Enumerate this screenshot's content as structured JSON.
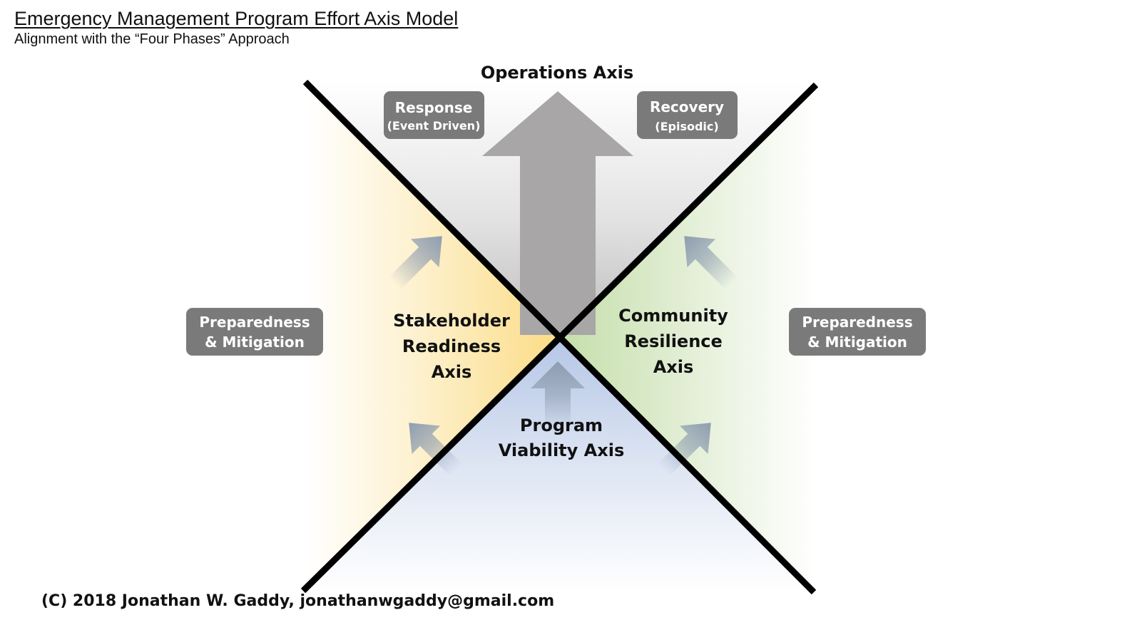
{
  "header": {
    "title": "Emergency Management Program Effort Axis Model",
    "subtitle": "Alignment with the “Four Phases” Approach"
  },
  "axes": {
    "operations": "Operations Axis",
    "stakeholder": [
      "Stakeholder",
      "Readiness",
      "Axis"
    ],
    "community": [
      "Community",
      "Resilience",
      "Axis"
    ],
    "program": [
      "Program",
      "Viability Axis"
    ]
  },
  "phases": {
    "response": {
      "label": "Response",
      "sub": "(Event Driven)"
    },
    "recovery": {
      "label": "Recovery",
      "sub": "(Episodic)"
    },
    "prep_left": [
      "Preparedness",
      "& Mitigation"
    ],
    "prep_right": [
      "Preparedness",
      "& Mitigation"
    ]
  },
  "colors": {
    "operations": "#b0b0b0",
    "stakeholder": "#fbe08e",
    "community": "#c9e2b0",
    "program": "#b7c8e8",
    "box": "#7a7a7a",
    "arrow": "#a8a6a6",
    "small_arrow": "#8e9db0"
  },
  "footer": "(C) 2018 Jonathan W. Gaddy, jonathanwgaddy@gmail.com"
}
